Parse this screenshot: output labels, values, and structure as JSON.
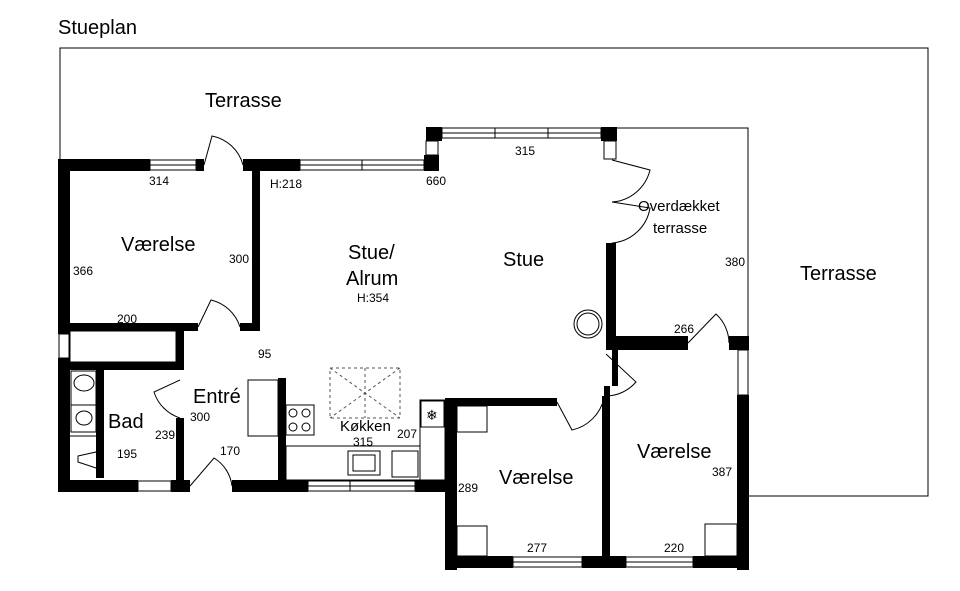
{
  "title": "Stueplan",
  "rooms": {
    "terrasse_top": "Terrasse",
    "terrasse_right": "Terrasse",
    "vaerelse_nw": "Værelse",
    "stue_alrum_line1": "Stue/",
    "stue_alrum_line2": "Alrum",
    "stue_alrum_height": "H:354",
    "stue": "Stue",
    "overdaekket_line1": "Overdækket",
    "overdaekket_line2": "terrasse",
    "entre": "Entré",
    "bad": "Bad",
    "koekken": "Køkken",
    "vaerelse_s": "Værelse",
    "vaerelse_se": "Værelse"
  },
  "dimensions": {
    "d314": "314",
    "h218": "H:218",
    "d660": "660",
    "d315_top": "315",
    "d366": "366",
    "d300_nw": "300",
    "d200": "200",
    "d380": "380",
    "d266": "266",
    "d95": "95",
    "d300_entre": "300",
    "d239": "239",
    "d195": "195",
    "d170": "170",
    "d315_kitchen": "315",
    "d207": "207",
    "d289": "289",
    "d277": "277",
    "d387": "387",
    "d220": "220"
  }
}
